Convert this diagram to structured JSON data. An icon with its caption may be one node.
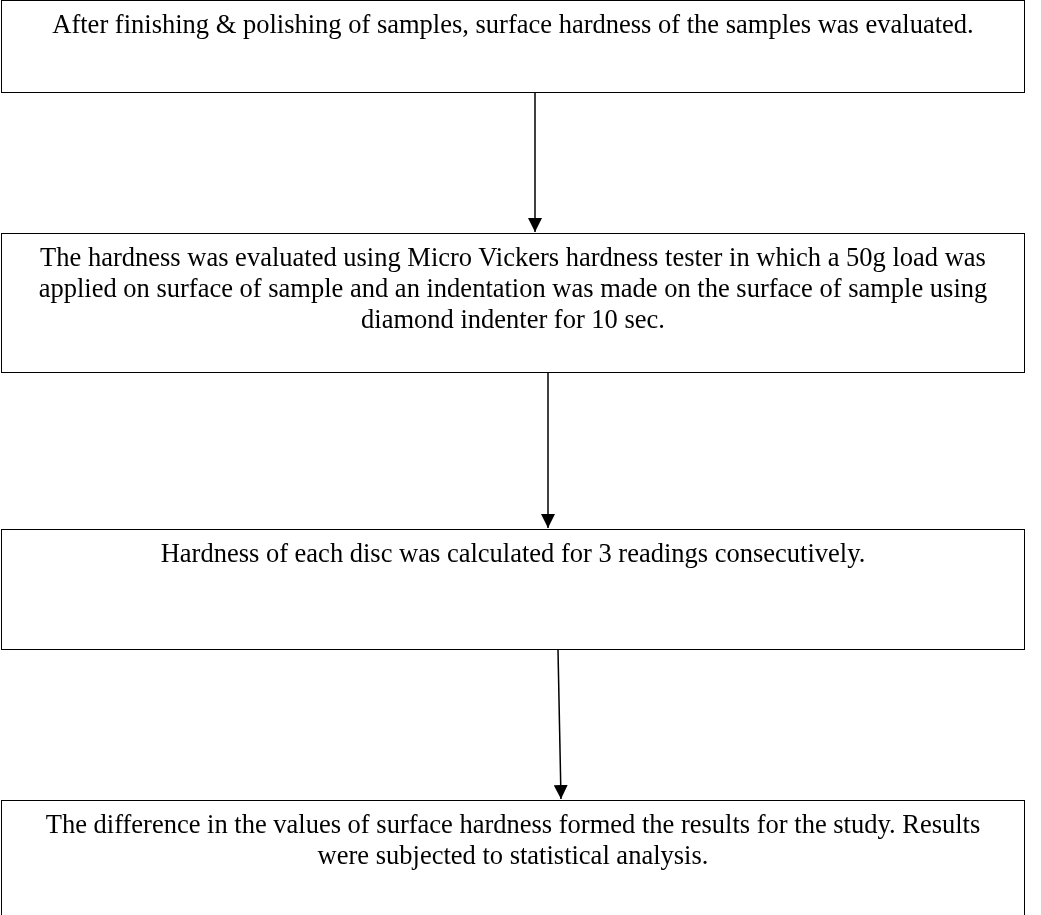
{
  "diagram": {
    "nodes": [
      {
        "text": [
          "After finishing & polishing of samples, surface hardness of the samples was evaluated."
        ]
      },
      {
        "text": [
          "The hardness was evaluated using Micro Vickers hardness tester in which a 50g load was applied on surface of sample and an indentation was made on the surface of sample using diamond indenter for 10 sec."
        ]
      },
      {
        "text": [
          "Hardness of each disc was calculated for 3 readings consecutively."
        ]
      },
      {
        "text": [
          "The difference in the values of surface hardness formed the results for the study. Results were subjected to statistical analysis."
        ]
      }
    ],
    "edges": [
      {
        "from": 0,
        "to": 1,
        "arrow": "to"
      },
      {
        "from": 1,
        "to": 2,
        "arrow": "to"
      },
      {
        "from": 2,
        "to": 3,
        "arrow": "to"
      }
    ]
  }
}
